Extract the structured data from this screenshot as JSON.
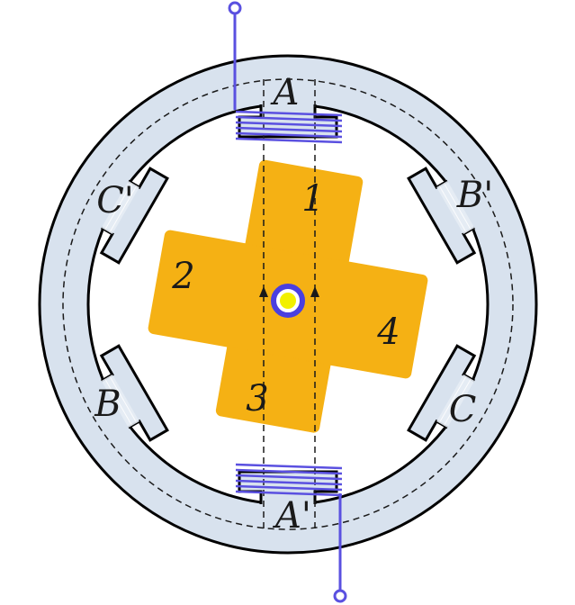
{
  "stator_poles": [
    {
      "label": "A"
    },
    {
      "label": "B'"
    },
    {
      "label": "C"
    },
    {
      "label": "A'"
    },
    {
      "label": "B"
    },
    {
      "label": "C'"
    }
  ],
  "rotor_teeth": [
    {
      "label": "1"
    },
    {
      "label": "4"
    },
    {
      "label": "3"
    },
    {
      "label": "2"
    }
  ],
  "colors": {
    "stator": "#d8e2ee",
    "rotor": "#f5b114",
    "coil": "#5a50e0",
    "shaft_ring": "#4a3fe0",
    "shaft_center": "#f2f000",
    "flux_path": "#1a1a1a"
  }
}
